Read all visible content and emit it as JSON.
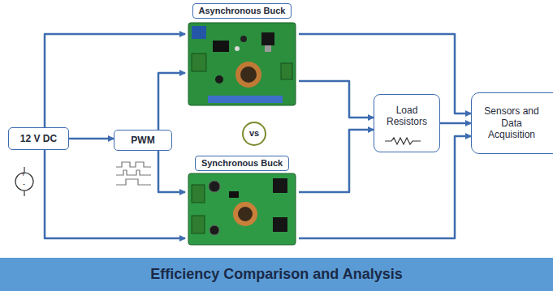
{
  "diagram": {
    "nodes": [
      {
        "text": [
          "12 V DC"
        ]
      },
      {
        "text": [
          "PWM"
        ]
      },
      {
        "text": [
          "Asynchronous Buck"
        ]
      },
      {
        "text": [
          "vs"
        ]
      },
      {
        "text": [
          "Synchronous Buck"
        ]
      },
      {
        "text": [
          "Load Resistors"
        ]
      },
      {
        "text": [
          "Sensors and Data Acquisition"
        ]
      },
      {
        "text": [
          "Efficiency Comparison and Analysis"
        ]
      }
    ],
    "edges": [
      {
        "from": 0,
        "to": 2,
        "arrow": "to"
      },
      {
        "from": 0,
        "to": 4,
        "arrow": "to"
      },
      {
        "from": 0,
        "to": 1,
        "arrow": "to"
      },
      {
        "from": 1,
        "to": 2,
        "arrow": "to"
      },
      {
        "from": 1,
        "to": 4,
        "arrow": "to"
      },
      {
        "from": 2,
        "to": 5,
        "arrow": "to"
      },
      {
        "from": 4,
        "to": 5,
        "arrow": "to"
      },
      {
        "from": 2,
        "to": 6,
        "arrow": "to"
      },
      {
        "from": 4,
        "to": 6,
        "arrow": "to"
      },
      {
        "from": 5,
        "to": 6,
        "arrow": "to"
      }
    ],
    "labels": [
      "+",
      "-"
    ]
  }
}
